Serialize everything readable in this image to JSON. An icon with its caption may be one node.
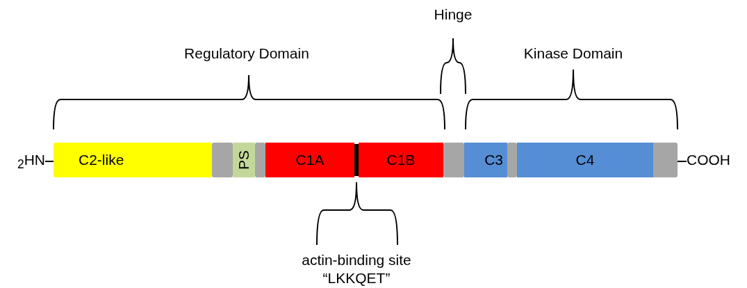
{
  "diagram": {
    "nodes": [
      {
        "text": [
          "$_{2}$HN"
        ]
      },
      {
        "text": [
          "C2-like"
        ]
      },
      {
        "text": [],
        "shape": "bar"
      },
      {
        "text": [
          "PS"
        ]
      },
      {
        "text": [],
        "shape": "bar"
      },
      {
        "text": [
          "C1A"
        ]
      },
      {
        "text": [],
        "shape": "bar"
      },
      {
        "text": [
          "C1B"
        ]
      },
      {
        "text": [],
        "shape": "bar"
      },
      {
        "text": [
          "C3"
        ]
      },
      {
        "text": [],
        "shape": "bar"
      },
      {
        "text": [
          "C4"
        ]
      },
      {
        "text": [],
        "shape": "bar"
      },
      {
        "text": [
          "COOH"
        ]
      }
    ],
    "edges": [
      {
        "from": 0,
        "to": 1,
        "arrow": "none"
      },
      {
        "from": 12,
        "to": 13,
        "arrow": "none"
      }
    ],
    "labels": [
      "Hinge",
      "Regulatory Domain",
      "Kinase Domain",
      "actin-binding site “LKKQET”"
    ]
  }
}
